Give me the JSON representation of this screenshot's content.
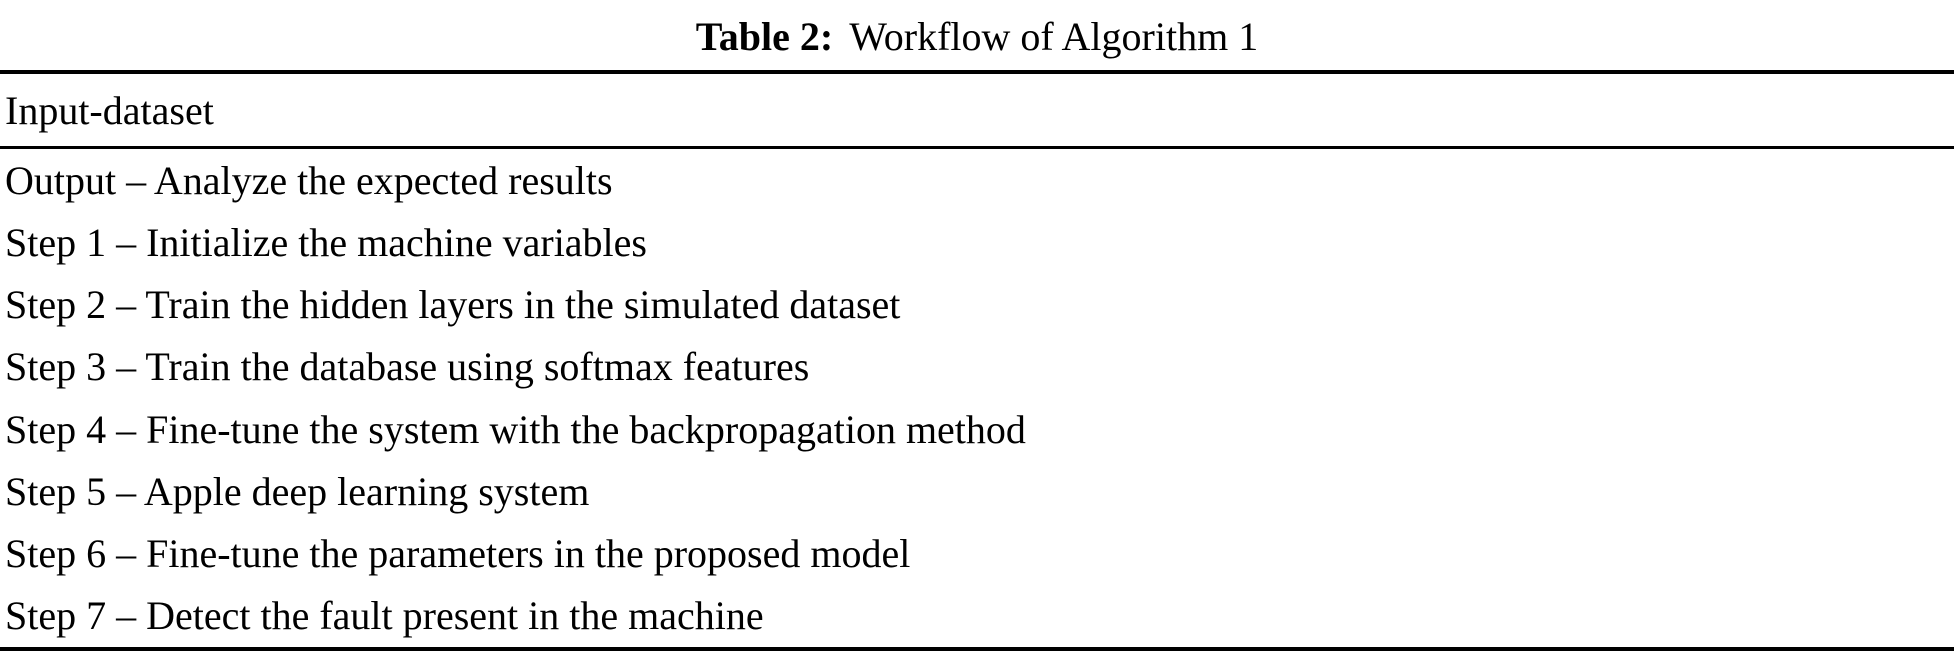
{
  "caption": {
    "label": "Table 2:",
    "title": "Workflow of Algorithm 1"
  },
  "table": {
    "header": "Input-dataset",
    "rows": [
      "Output – Analyze the expected results",
      "Step 1 – Initialize the machine variables",
      "Step 2 – Train the hidden layers in the simulated dataset",
      "Step 3 – Train the database using softmax features",
      "Step 4 – Fine-tune the system with the backpropagation method",
      "Step 5 – Apple deep learning system",
      "Step 6 – Fine-tune the parameters in the proposed model",
      "Step 7 – Detect the fault present in the machine"
    ]
  }
}
